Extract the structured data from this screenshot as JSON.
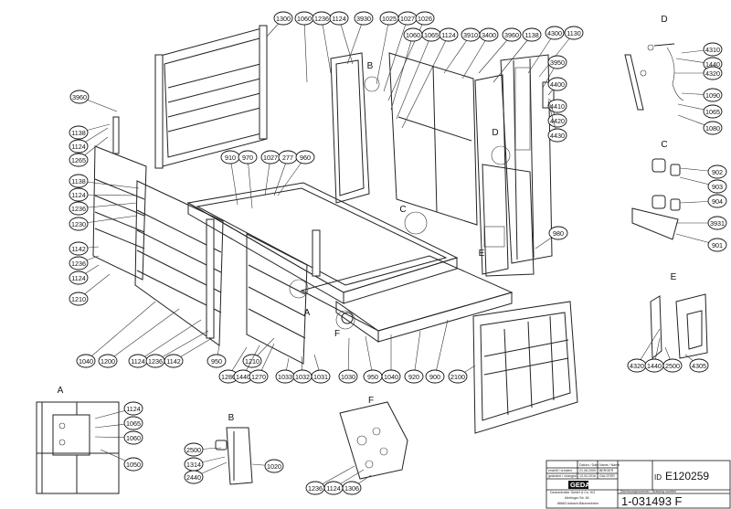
{
  "detail_labels": [
    {
      "id": "d-D",
      "text": "D"
    },
    {
      "id": "d-C",
      "text": "C"
    },
    {
      "id": "d-E",
      "text": "E"
    },
    {
      "id": "d-A",
      "text": "A"
    },
    {
      "id": "d-B",
      "text": "B"
    },
    {
      "id": "d-F",
      "text": "F"
    },
    {
      "id": "c-B",
      "text": "B"
    },
    {
      "id": "c-D",
      "text": "D"
    },
    {
      "id": "c-C",
      "text": "C"
    },
    {
      "id": "c-E",
      "text": "E"
    },
    {
      "id": "c-A",
      "text": "A"
    },
    {
      "id": "c-F",
      "text": "F"
    }
  ],
  "part_callouts": [
    "1300",
    "1060",
    "1236",
    "1124",
    "3930",
    "1025",
    "1027",
    "1026",
    "1060",
    "1065",
    "1124",
    "3910",
    "3400",
    "3960",
    "1138",
    "4300",
    "1130",
    "3960",
    "3950",
    "4400",
    "4410",
    "4420",
    "4430",
    "1138",
    "1124",
    "1265",
    "1138",
    "1124",
    "1236",
    "1230",
    "910",
    "970",
    "1027",
    "277",
    "960",
    "4310",
    "1440",
    "4320",
    "1090",
    "1065",
    "1080",
    "902",
    "903",
    "904",
    "3931",
    "901",
    "980",
    "1142",
    "1236",
    "1124",
    "1210",
    "1040",
    "1200",
    "1124",
    "1236",
    "1142",
    "950",
    "1210",
    "1280",
    "1440",
    "1270",
    "1033",
    "1032",
    "1031",
    "1030",
    "950",
    "1040",
    "920",
    "900",
    "2100",
    "4320",
    "1440",
    "2500",
    "4305",
    "1124",
    "1065",
    "1060",
    "1050",
    "2500",
    "1314",
    "2440",
    "1020",
    "1236",
    "1124",
    "1306"
  ],
  "title_block": {
    "company_logo": "GEDA",
    "company": "Dechentreiter GmbH & Co. KG",
    "address1": "Mertinger Str. 60",
    "address2": "86663 Asbach-Bäumenheim",
    "drawing_id_label": "ID",
    "drawing_id": "E120259",
    "drawing_number_label": "Zeichnungsnummer / Drawing number",
    "drawing_number": "1-031493 F",
    "row_erstellt": "erstellt / created",
    "row_geaendert": "geändert / changed",
    "col_datum": "Datum / Date",
    "col_name": "Name / Name",
    "date_created": "21.08.2009",
    "name_created": "BERGER",
    "date_changed": "13.04.2016",
    "name_changed": "GALSTER"
  }
}
